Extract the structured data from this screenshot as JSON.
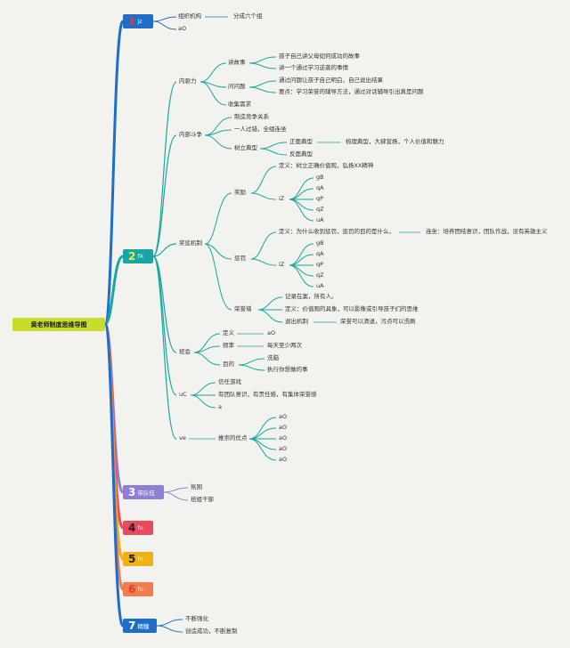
{
  "root": {
    "title": "黄老师制度思维导图"
  },
  "branches": [
    {
      "num": "1",
      "label": "jz",
      "color": "#1e6ec8",
      "numColor": "#e23b2a",
      "children": [
        "组织机构",
        "aO"
      ],
      "note": "分成六个组"
    },
    {
      "num": "2",
      "label": "fX",
      "color": "#18a7a0",
      "numColor": "#f2e64a",
      "sections": {
        "neiqu": {
          "label": "内驱力",
          "story": {
            "label": "讲故事",
            "items": [
              "孩子自己讲父母如何成功的故事",
              "讲一个通过学习逆袭的事情"
            ]
          },
          "ask": {
            "label": "问问题",
            "items": [
              "通过问题让孩子自己明白，自己说出结果",
              "要点：学习荣誉的辅导方法，通过对话辅导引出真是问题"
            ]
          },
          "collect": "收集需求"
        },
        "neibu": {
          "label": "内部斗争",
          "items": [
            "制造竞争关系",
            "一人过错，全组连坐"
          ],
          "model": {
            "label": "树立典型",
            "positive": "正面典型",
            "positive_note": "梳理典型，大肆宣扬，个人价值和魅力",
            "negative": "反面典型"
          }
        },
        "reward": {
          "label": "奖惩机制",
          "praise": {
            "label": "奖励",
            "def": "定义：树立正确价值观，弘扬XX精神",
            "sub": "iZ",
            "leaves": [
              "gB",
              "qA",
              "qP",
              "qZ",
              "uA"
            ]
          },
          "punish": {
            "label": "惩罚",
            "def": "定义：为什么收到惩罚，惩罚的目的是什么，",
            "def_note": "连坐：培养团结意识，团队作战，没有英雄主义",
            "sub": "iZ",
            "leaves": [
              "gB",
              "qA",
              "qP",
              "qZ",
              "uA"
            ]
          },
          "honor": {
            "label": "荣誉墙",
            "items": [
              "记录在案，所有人。",
              "定义：价值观的具象，可以影像或引导孩子们的思维"
            ],
            "exit": "退出机制",
            "exit_note": "荣誉可以清退，污点可以洗刷"
          }
        },
        "meeting": {
          "label": "班会",
          "def": {
            "label": "定义",
            "value": "aO"
          },
          "freq": {
            "label": "频率",
            "value": "每天至少两次"
          },
          "goal": {
            "label": "目的",
            "items": [
              "洗脑",
              "执行你想做的事"
            ]
          }
        },
        "uc": {
          "label": "uC",
          "items": [
            "信任游戏",
            "有团队意识，有责任感，有集体荣誉感",
            "a"
          ]
        },
        "ve": {
          "label": "ve",
          "sub": "推崇的优点",
          "leaves": [
            "aO",
            "aO",
            "aO",
            "aO",
            "aO"
          ]
        }
      }
    },
    {
      "num": "3",
      "label": "带队伍",
      "color": "#8e7fd4",
      "numColor": "#ffffff",
      "children": [
        "氛围",
        "班组干部"
      ]
    },
    {
      "num": "4",
      "label": "fo",
      "color": "#e84a5f",
      "numColor": "#222222"
    },
    {
      "num": "5",
      "label": "fo",
      "color": "#f0b016",
      "numColor": "#222222"
    },
    {
      "num": "6",
      "label": "fo",
      "color": "#f47a50",
      "numColor": "#e23b2a"
    },
    {
      "num": "7",
      "label": "精髓",
      "color": "#1e6ec8",
      "numColor": "#ffffff",
      "children": [
        "不断强化",
        "创造成功，不断复制"
      ]
    }
  ]
}
